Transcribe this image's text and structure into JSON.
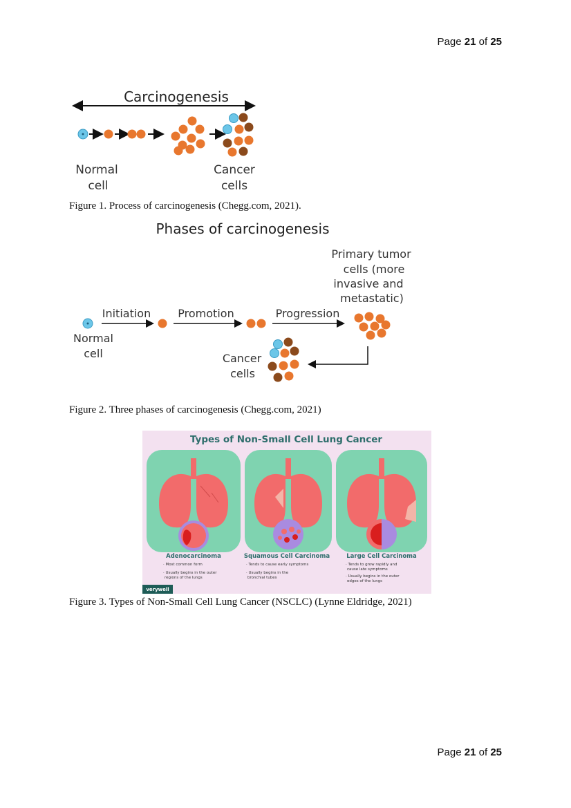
{
  "header": {
    "label": "Page",
    "current": "21",
    "of": "of",
    "total": "25"
  },
  "footer": {
    "label": "Page",
    "current": "21",
    "of": "of",
    "total": "25"
  },
  "figure1": {
    "title": "Carcinogenesis",
    "label_left_1": "Normal",
    "label_left_2": "cell",
    "label_right_1": "Cancer",
    "label_right_2": "cells",
    "caption": "Figure 1. Process of carcinogenesis (Chegg.com, 2021)."
  },
  "figure2": {
    "title": "Phases of carcinogenesis",
    "normal_1": "Normal",
    "normal_2": "cell",
    "initiation": "Initiation",
    "promotion": "Promotion",
    "progression": "Progression",
    "primary_1": "Primary tumor",
    "primary_2": "cells (more",
    "primary_3": "invasive and",
    "primary_4": "metastatic)",
    "cancer_1": "Cancer",
    "cancer_2": "cells",
    "caption": "Figure 2. Three phases of carcinogenesis (Chegg.com, 2021)"
  },
  "figure3": {
    "title": "Types of Non-Small Cell Lung Cancer",
    "types": [
      {
        "name": "Adenocarcinoma",
        "b1": "· Most common form",
        "b2a": "· Usually begins in the outer",
        "b2b": "regions of the lungs"
      },
      {
        "name": "Squamous Cell Carcinoma",
        "b1": "· Tends to cause early symptoms",
        "b2a": "· Usually begins in the",
        "b2b": "bronchial tubes"
      },
      {
        "name": "Large Cell Carcinoma",
        "b1a": "· Tends to grow rapidly and",
        "b1b": "cause late symptoms",
        "b2a": "· Usually begins in the outer",
        "b2b": "edges of the lungs"
      }
    ],
    "logo": "verywell",
    "caption": "Figure 3. Types of Non-Small Cell Lung Cancer (NSCLC) (Lynne Eldridge, 2021)"
  },
  "colors": {
    "orange": "#E8772E",
    "brown": "#8B4A1C",
    "blue": "#6CC6E8",
    "lung": "#F26B6B",
    "panel": "#7FD3B0",
    "bg3": "#F3E1F0",
    "title3": "#2E6E6C"
  }
}
